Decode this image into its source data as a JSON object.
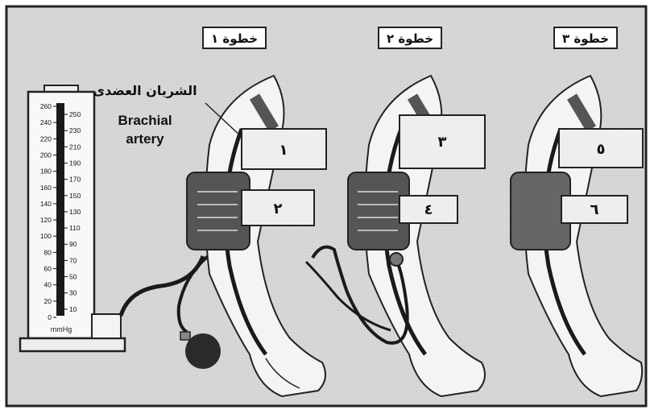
{
  "steps": [
    {
      "label": "خطوة ١",
      "boxes": [
        "١",
        "٢"
      ]
    },
    {
      "label": "خطوة ٢",
      "boxes": [
        "٣",
        "٤"
      ]
    },
    {
      "label": "خطوة ٣",
      "boxes": [
        "٥",
        "٦"
      ]
    }
  ],
  "artery": {
    "label_ar": "الشريان العضدى",
    "label_en_1": "Brachial",
    "label_en_2": "artery"
  },
  "manometer": {
    "unit": "mmHg",
    "left_scale": [
      "260",
      "240",
      "220",
      "200",
      "180",
      "160",
      "140",
      "120",
      "100",
      "80",
      "60",
      "40",
      "20",
      "0"
    ],
    "right_scale": [
      "250",
      "230",
      "210",
      "190",
      "170",
      "150",
      "130",
      "110",
      "90",
      "70",
      "50",
      "30",
      "10"
    ]
  },
  "colors": {
    "background": "#d9d9d9",
    "dark": "#1a1a1a",
    "cuff": "#555555",
    "arm": "#f2f2f2"
  }
}
